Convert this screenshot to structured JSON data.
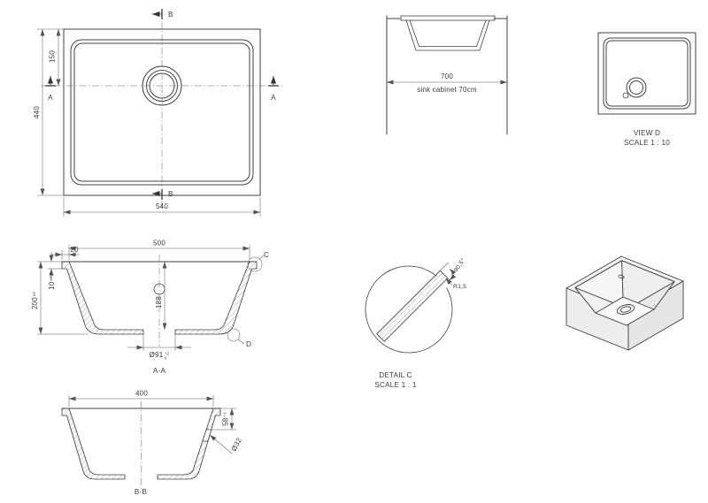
{
  "colors": {
    "background": "#ffffff",
    "line": "#404040",
    "dim": "#5f5f5f",
    "text": "#3a3a3a"
  },
  "plan_view": {
    "section_marker_b_top": "B",
    "section_marker_b_bottom": "B",
    "section_marker_a_left": "A",
    "section_marker_a_right": "A",
    "dim_drain_offset": "150",
    "dim_overall_depth": "440",
    "dim_overall_width": "540"
  },
  "cabinet_view": {
    "dim_cabinet_width": "700",
    "caption": "sink cabinet 70cm"
  },
  "view_d": {
    "title": "VIEW D",
    "scale": "SCALE 1 : 10"
  },
  "section_aa": {
    "label": "A-A",
    "dim_bowl_opening": "500",
    "dim_flange_width": "20",
    "dim_rim_thickness": "10",
    "dim_rim_thickness_tol": "±0,5",
    "dim_overall_height": "200",
    "dim_overall_height_tol": "±2",
    "dim_bowl_depth": "188",
    "dim_drain_hole": "Ø91",
    "dim_drain_hole_tol_upper": "+2",
    "dim_drain_hole_tol_lower": "0",
    "detail_c_marker": "C",
    "detail_d_marker": "D"
  },
  "detail_c": {
    "title": "DETAIL C",
    "scale": "SCALE 1 : 1",
    "corner_radius": "R1,5",
    "wall_angle": "90,5°"
  },
  "section_bb": {
    "label": "B-B",
    "dim_bowl_opening": "400",
    "dim_overflow_depth": "58",
    "dim_overflow_depth_tol": "+1",
    "dim_overflow_hole": "Ø32"
  }
}
